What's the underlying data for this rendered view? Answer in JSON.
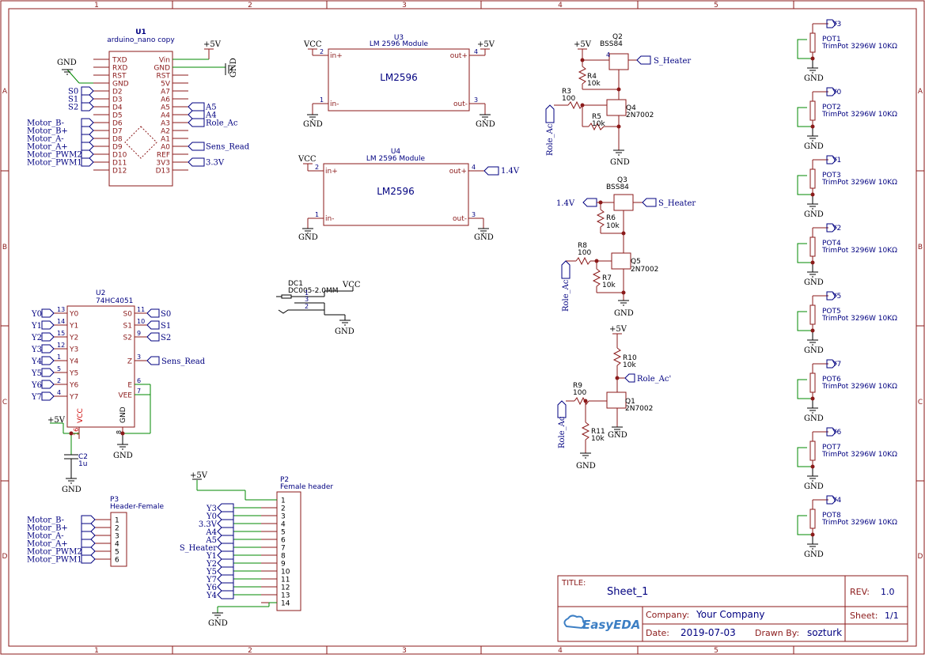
{
  "colors": {
    "frame": "#8b1a1a",
    "symbol": "#8b1a1a",
    "pin_label": "#8b1a1a",
    "net_label": "#000080",
    "wire": "#008800",
    "text": "#000000",
    "component_text": "#000080",
    "title_blue": "#000080",
    "easyeda_blue": "#3d7fc4"
  },
  "border": {
    "columns": [
      "1",
      "2",
      "3",
      "4",
      "5"
    ],
    "rows": [
      "A",
      "B",
      "C",
      "D"
    ]
  },
  "u1": {
    "ref": "U1",
    "name": "arduino_nano copy",
    "left_pins": [
      "TXD",
      "RXD",
      "RST",
      "GND",
      "D2",
      "D3",
      "D4",
      "D5",
      "D6",
      "D7",
      "D8",
      "D9",
      "D10",
      "D11",
      "D12"
    ],
    "right_pins": [
      "Vin",
      "GND",
      "RST",
      "5V",
      "A7",
      "A6",
      "A5",
      "A4",
      "A3",
      "A2",
      "A1",
      "A0",
      "REF",
      "3V3",
      "D13"
    ],
    "left_nets": [
      "S0",
      "S1",
      "S2",
      "Motor_B-",
      "Motor_B+",
      "Motor_A-",
      "Motor_A+",
      "Motor_PWM2",
      "Motor_PWM1"
    ],
    "right_nets": [
      "A5",
      "A4",
      "Role_Ac",
      "Sens_Read",
      "3.3V"
    ],
    "power": "+5V",
    "gnd_left": "GND",
    "gnd_right": "GND"
  },
  "u2": {
    "ref": "U2",
    "name": "74HC4051",
    "left_pins": [
      {
        "num": "13",
        "name": "Y0",
        "net": "Y0"
      },
      {
        "num": "14",
        "name": "Y1",
        "net": "Y1"
      },
      {
        "num": "15",
        "name": "Y2",
        "net": "Y2"
      },
      {
        "num": "12",
        "name": "Y3",
        "net": "Y3"
      },
      {
        "num": "1",
        "name": "Y4",
        "net": "Y4"
      },
      {
        "num": "5",
        "name": "Y5",
        "net": "Y5"
      },
      {
        "num": "2",
        "name": "Y6",
        "net": "Y6"
      },
      {
        "num": "4",
        "name": "Y7",
        "net": "Y7"
      }
    ],
    "right_pins": [
      {
        "num": "11",
        "name": "S0",
        "net": "S0"
      },
      {
        "num": "10",
        "name": "S1",
        "net": "S1"
      },
      {
        "num": "9",
        "name": "S2",
        "net": "S2"
      },
      {
        "num": "3",
        "name": "Z",
        "net": "Sens_Read"
      },
      {
        "num": "6",
        "name": "E",
        "net": ""
      },
      {
        "num": "7",
        "name": "VEE",
        "net": ""
      }
    ],
    "vcc": "VCC",
    "vcc_num": "16",
    "gnd": "GND",
    "gnd_num": "8",
    "power": "+5V",
    "gnd_label": "GND"
  },
  "c2": {
    "ref": "C2",
    "value": "1u",
    "gnd": "GND"
  },
  "p3": {
    "ref": "P3",
    "name": "Header-Female",
    "pins": [
      "1",
      "2",
      "3",
      "4",
      "5",
      "6"
    ],
    "nets": [
      "Motor_B-",
      "Motor_B+",
      "Motor_A-",
      "Motor_A+",
      "Motor_PWM2",
      "Motor_PWM1"
    ]
  },
  "p2": {
    "ref": "P2",
    "name": "Female header",
    "pins": [
      "1",
      "2",
      "3",
      "4",
      "5",
      "6",
      "7",
      "8",
      "9",
      "10",
      "11",
      "12",
      "13",
      "14"
    ],
    "nets": [
      "+5V",
      "Y3",
      "Y0",
      "3.3V",
      "A4",
      "A5",
      "S_Heater",
      "Y1",
      "Y2",
      "Y5",
      "Y7",
      "Y6",
      "Y4",
      "GND"
    ]
  },
  "u3": {
    "ref": "U3",
    "name": "LM 2596 Module",
    "body": "LM2596",
    "pins": {
      "in_plus": "in+",
      "in_minus": "in-",
      "out_plus": "out+",
      "out_minus": "out-"
    },
    "nums": {
      "in_plus": "2",
      "in_minus": "1",
      "out_plus": "4",
      "out_minus": "3"
    },
    "in_net": "VCC",
    "out_net": "+5V",
    "gnd_in": "GND",
    "gnd_out": "GND"
  },
  "u4": {
    "ref": "U4",
    "name": "LM 2596 Module",
    "body": "LM2596",
    "pins": {
      "in_plus": "in+",
      "in_minus": "in-",
      "out_plus": "out+",
      "out_minus": "out-"
    },
    "nums": {
      "in_plus": "2",
      "in_minus": "1",
      "out_plus": "4",
      "out_minus": "3"
    },
    "in_net": "VCC",
    "out_net": "1.4V",
    "gnd_in": "GND",
    "gnd_out": "GND"
  },
  "dc1": {
    "ref": "DC1",
    "name": "DC005-2.0MM",
    "pins": [
      "1",
      "3",
      "2"
    ],
    "net": "VCC",
    "gnd": "GND"
  },
  "heater_top": {
    "power": "+5V",
    "q2": {
      "ref": "Q2",
      "value": "BSS84",
      "pin": "4"
    },
    "r4": {
      "ref": "R4",
      "value": "10k"
    },
    "r3": {
      "ref": "R3",
      "value": "100"
    },
    "q4": {
      "ref": "Q4",
      "value": "2N7002"
    },
    "r5": {
      "ref": "R5",
      "value": "10k"
    },
    "net_out": "S_Heater",
    "net_in": "Role_Ac'",
    "gnd": "GND"
  },
  "heater_mid": {
    "power": "1.4V",
    "q3": {
      "ref": "Q3",
      "value": "BSS84"
    },
    "r6": {
      "ref": "R6",
      "value": "10k"
    },
    "r8": {
      "ref": "R8",
      "value": "100"
    },
    "q5": {
      "ref": "Q5",
      "value": "2N7002"
    },
    "r7": {
      "ref": "R7",
      "value": "10k"
    },
    "net_out": "S_Heater",
    "net_in": "Role_Ac",
    "gnd": "GND"
  },
  "inverter": {
    "power": "+5V",
    "r10": {
      "ref": "R10",
      "value": "10k"
    },
    "r9": {
      "ref": "R9",
      "value": "100"
    },
    "q1": {
      "ref": "Q1",
      "value": "2N7002"
    },
    "r11": {
      "ref": "R11",
      "value": "10k"
    },
    "net_out": "Role_Ac'",
    "net_in": "Role_Ac",
    "gnd_q": "GND",
    "gnd_r": "GND"
  },
  "pots": [
    {
      "ref": "POT1",
      "value": "TrimPot 3296W 10KΩ",
      "net": "Y3",
      "gnd": "GND"
    },
    {
      "ref": "POT2",
      "value": "TrimPot 3296W 10KΩ",
      "net": "Y0",
      "gnd": "GND"
    },
    {
      "ref": "POT3",
      "value": "TrimPot 3296W 10KΩ",
      "net": "Y1",
      "gnd": "GND"
    },
    {
      "ref": "POT4",
      "value": "TrimPot 3296W 10KΩ",
      "net": "Y2",
      "gnd": "GND"
    },
    {
      "ref": "POT5",
      "value": "TrimPot 3296W 10KΩ",
      "net": "Y5",
      "gnd": "GND"
    },
    {
      "ref": "POT6",
      "value": "TrimPot 3296W 10KΩ",
      "net": "Y7",
      "gnd": "GND"
    },
    {
      "ref": "POT7",
      "value": "TrimPot 3296W 10KΩ",
      "net": "Y6",
      "gnd": "GND"
    },
    {
      "ref": "POT8",
      "value": "TrimPot 3296W 10KΩ",
      "net": "Y4",
      "gnd": "GND"
    }
  ],
  "title_block": {
    "title_label": "TITLE:",
    "title": "Sheet_1",
    "rev_label": "REV:",
    "rev": "1.0",
    "company_label": "Company:",
    "company": "Your Company",
    "sheet_label": "Sheet:",
    "sheet": "1/1",
    "date_label": "Date:",
    "date": "2019-07-03",
    "drawn_label": "Drawn By:",
    "drawn_by": "sozturk",
    "logo": "EasyEDA"
  }
}
